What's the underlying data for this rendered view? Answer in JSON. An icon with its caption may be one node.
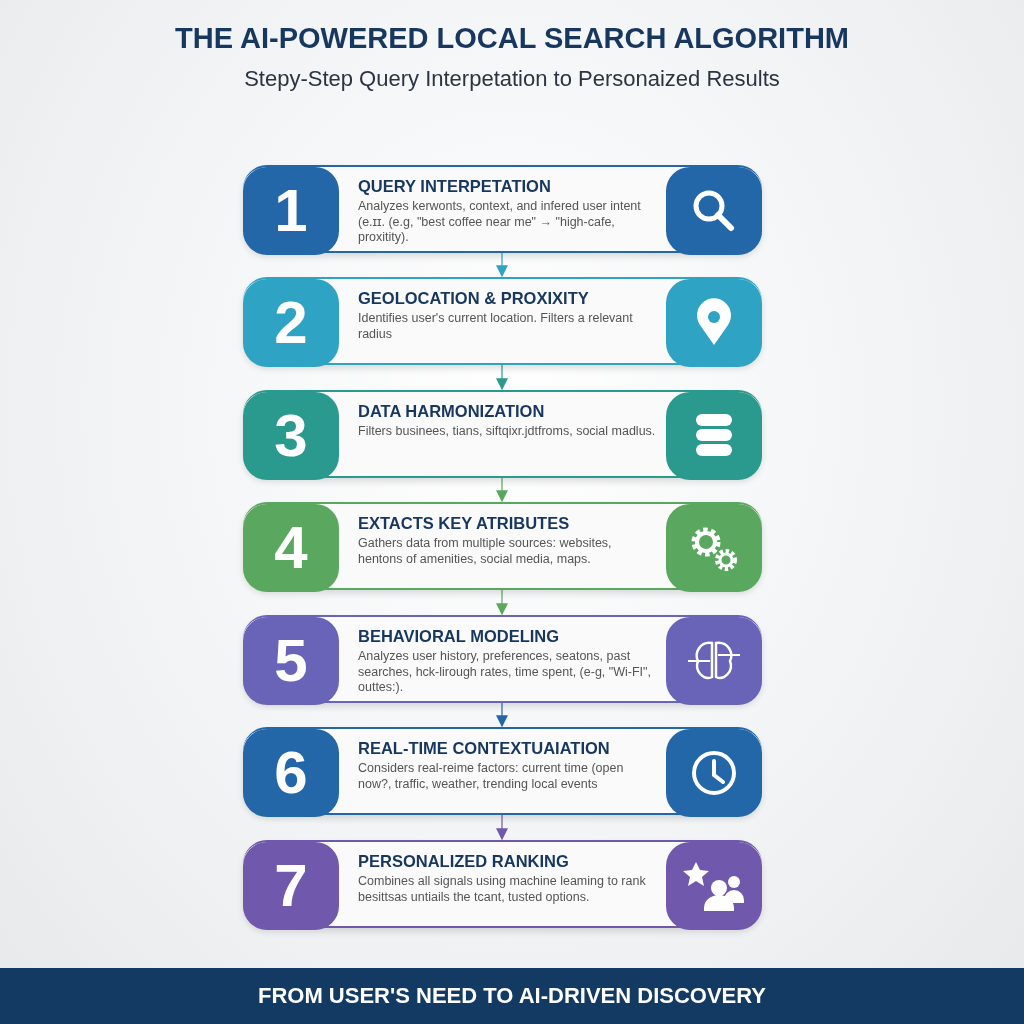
{
  "diagram": {
    "title": "THE AI-POWERED LOCAL SEARCH ALGORITHM",
    "nodes": [
      {
        "text": [
          "1",
          "QUERY INTERPETATION",
          "Analyzes kerwonts, context, and infered user intent (e.ɪɪ. (e.g, \"best coffee near me\" → \"high-cafe, proxitity)."
        ]
      },
      {
        "text": [
          "2",
          "GEOLOCATION & PROXIXITY",
          "Identifies user's current location. Filters a relevant radius"
        ]
      },
      {
        "text": [
          "3",
          "DATA HARMONIZATION",
          "Filters businees, tians, siftqixr.jdtfroms, social madlus."
        ]
      },
      {
        "text": [
          "4",
          "EXTACTS KEY ATRIBUTES",
          "Gathers data from multiple sources: websites, hentons of amenities, social media, maps."
        ]
      },
      {
        "text": [
          "5",
          "BEHAVIORAL MODELING",
          "Analyzes user history, preferences, seatons, past searches, hck-lirough rates, time spent, (e-g, \"Wi-FI\", outtes:)."
        ]
      },
      {
        "text": [
          "6",
          "REAL-TIME CONTEXTUAIATION",
          "Considers real-reime factors: current time (open now?, traffic, weather, trending local events"
        ]
      },
      {
        "text": [
          "7",
          "PERSONALIZED RANKING",
          "Combines all signals using machine leaming to rank besittsas untiails the tcant, tusted options."
        ]
      }
    ],
    "edges": [
      {
        "from": 0,
        "to": 1,
        "arrow": "to",
        "color": "#2fa3c4"
      },
      {
        "from": 1,
        "to": 2,
        "arrow": "to",
        "color": "#2a9a8e"
      },
      {
        "from": 2,
        "to": 3,
        "arrow": "to",
        "color": "#5aa85f"
      },
      {
        "from": 3,
        "to": 4,
        "arrow": "to",
        "color": "#5aa85f"
      },
      {
        "from": 4,
        "to": 5,
        "arrow": "to",
        "color": "#2467a8"
      },
      {
        "from": 5,
        "to": 6,
        "arrow": "to",
        "color": "#7058ad"
      }
    ],
    "labels": [
      "Stepy-Step Query Interpetation to Personaized Results",
      "FROM USER'S NEED TO AI-DRIVEN DISCOVERY"
    ]
  }
}
